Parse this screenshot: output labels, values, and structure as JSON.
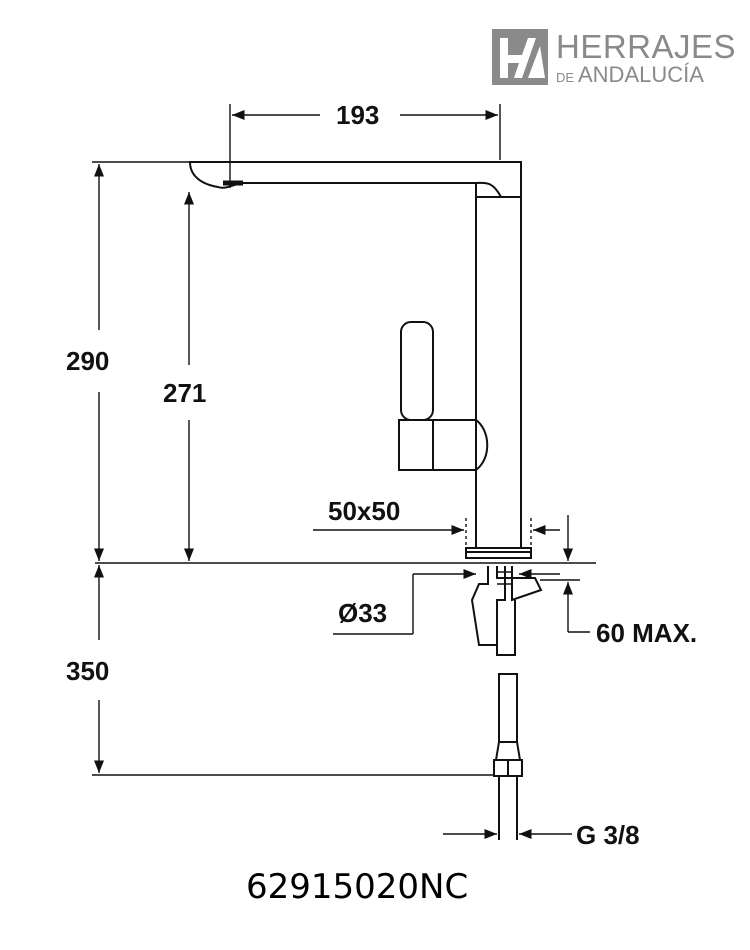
{
  "logo": {
    "brand_line1": "HERRAJES",
    "brand_line2_prefix": "DE",
    "brand_line2": "ANDALUCÍA"
  },
  "dimensions": {
    "spout_reach": "193",
    "total_height": "290",
    "spout_height": "271",
    "base_size": "50x50",
    "hole_diameter": "Ø33",
    "max_thickness": "60 MAX.",
    "hose_length": "350",
    "connection": "G 3/8"
  },
  "model_code": "62915020NC"
}
